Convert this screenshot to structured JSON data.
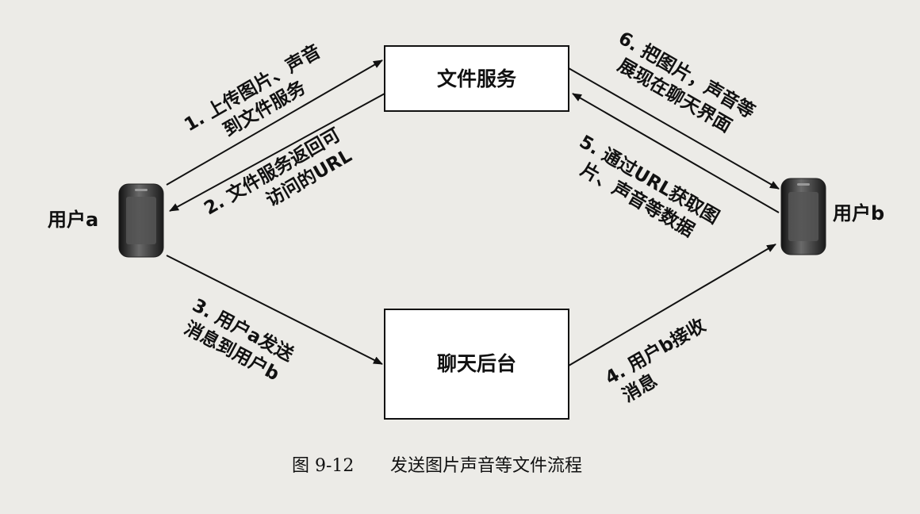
{
  "nodes": {
    "file_service": "文件服务",
    "chat_backend": "聊天后台",
    "user_a": "用户a",
    "user_b": "用户b"
  },
  "edges": {
    "e1": [
      "1. 上传图片、声音",
      "到文件服务"
    ],
    "e2": [
      "2. 文件服务返回可",
      "访问的URL"
    ],
    "e3": [
      "3. 用户a发送",
      "消息到用户b"
    ],
    "e4": [
      "4. 用户b接收",
      "消息"
    ],
    "e5": [
      "5. 通过URL获取图",
      "片、声音等数据"
    ],
    "e6": [
      "6. 把图片，声音等",
      "展现在聊天界面"
    ]
  },
  "caption": {
    "figure_number": "图 9-12",
    "title": "发送图片声音等文件流程"
  }
}
